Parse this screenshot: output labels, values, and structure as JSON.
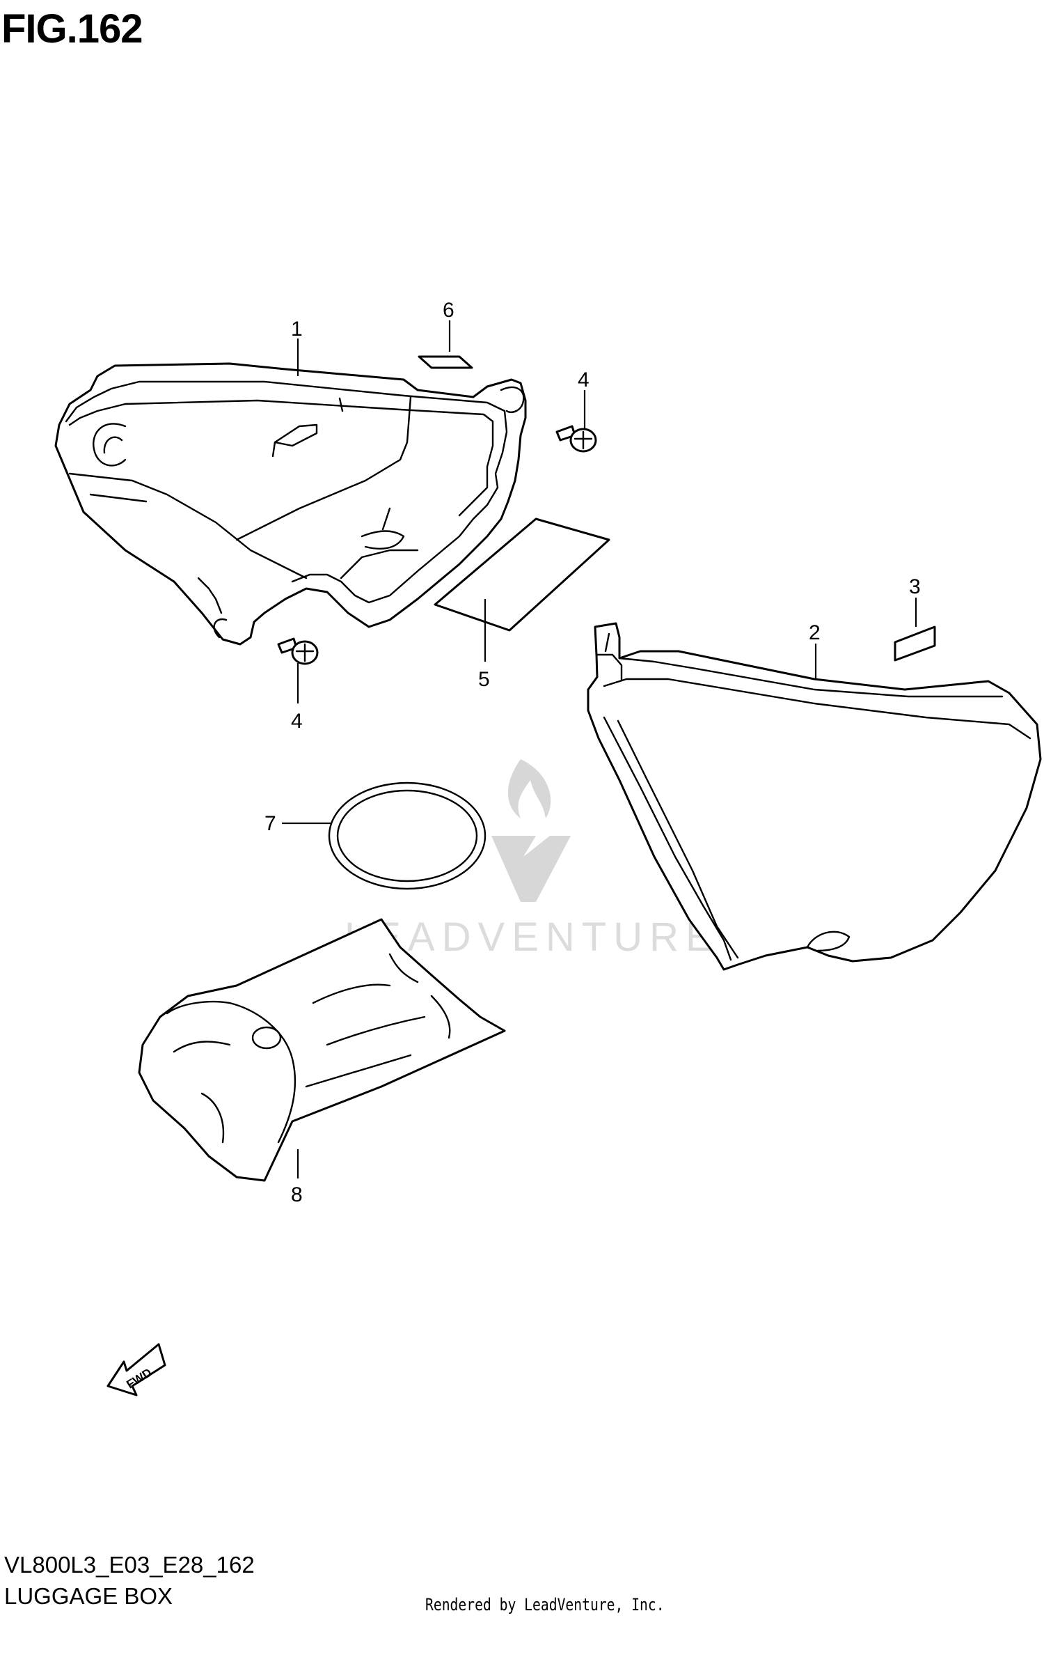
{
  "figure": {
    "title": "FIG.162"
  },
  "callouts": [
    {
      "id": "1",
      "label": "1"
    },
    {
      "id": "2",
      "label": "2"
    },
    {
      "id": "3",
      "label": "3"
    },
    {
      "id": "4a",
      "label": "4"
    },
    {
      "id": "4b",
      "label": "4"
    },
    {
      "id": "5",
      "label": "5"
    },
    {
      "id": "6",
      "label": "6"
    },
    {
      "id": "7",
      "label": "7"
    },
    {
      "id": "8",
      "label": "8"
    }
  ],
  "fwd_label": "FWD",
  "watermark": "LEADVENTURE",
  "footer": {
    "model_code": "VL800L3_E03_E28_162",
    "section_name": "LUGGAGE BOX",
    "rendered_by": "Rendered by LeadVenture, Inc."
  }
}
